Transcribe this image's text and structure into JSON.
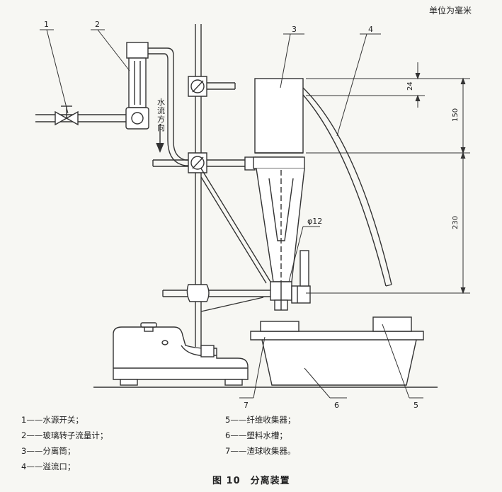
{
  "unit_note": "单位为毫米",
  "callouts": [
    "1",
    "2",
    "3",
    "4",
    "5",
    "6",
    "7"
  ],
  "dimensions": {
    "top_height": "24",
    "upper_height": "150",
    "lower_height": "230",
    "outlet_diameter": "φ12"
  },
  "flow_label": [
    "水",
    "流",
    "方",
    "向"
  ],
  "legend": {
    "left": [
      "1——水源开关；",
      "2——玻璃转子流量计；",
      "3——分离筒；",
      "4——溢流口；"
    ],
    "right": [
      "5——纤维收集器；",
      "6——塑料水槽；",
      "7——渣球收集器。"
    ]
  },
  "caption": "图 10　分离装置"
}
